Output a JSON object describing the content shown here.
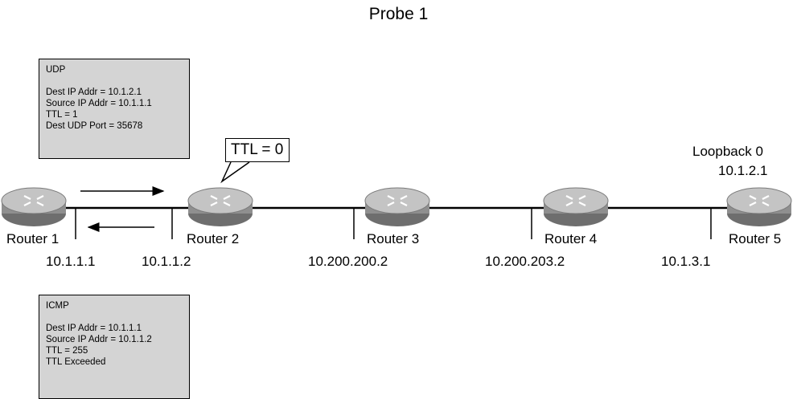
{
  "title": "Probe 1",
  "udp_box": {
    "header": "UDP",
    "lines": [
      "Dest IP Addr = 10.1.2.1",
      "Source IP Addr = 10.1.1.1",
      "TTL = 1",
      "Dest UDP Port = 35678"
    ]
  },
  "icmp_box": {
    "header": "ICMP",
    "lines": [
      "Dest IP Addr = 10.1.1.1",
      "Source IP Addr = 10.1.1.2",
      "TTL = 255",
      "TTL Exceeded"
    ]
  },
  "ttl_callout": "TTL = 0",
  "routers": [
    {
      "label": "Router 1"
    },
    {
      "label": "Router 2"
    },
    {
      "label": "Router 3"
    },
    {
      "label": "Router 4"
    },
    {
      "label": "Router 5"
    }
  ],
  "interfaces": [
    "10.1.1.1",
    "10.1.1.2",
    "10.200.200.2",
    "10.200.203.2",
    "10.1.3.1"
  ],
  "loopback": {
    "name": "Loopback 0",
    "address": "10.1.2.1"
  },
  "colors": {
    "box_fill": "#d4d4d4",
    "router_body": "#b8b8b8",
    "router_dark": "#6e6e6e"
  }
}
